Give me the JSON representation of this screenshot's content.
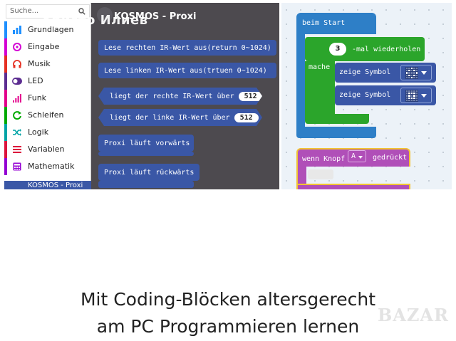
{
  "sidebar": {
    "search_placeholder": "Suche...",
    "categories": [
      {
        "label": "Grundlagen",
        "icon": "grid-icon",
        "color": "#1e90ff"
      },
      {
        "label": "Eingabe",
        "icon": "target-icon",
        "color": "#d400d4"
      },
      {
        "label": "Musik",
        "icon": "headphones-icon",
        "color": "#e63022"
      },
      {
        "label": "LED",
        "icon": "toggle-icon",
        "color": "#5c2d91"
      },
      {
        "label": "Funk",
        "icon": "signal-icon",
        "color": "#e3008c"
      },
      {
        "label": "Schleifen",
        "icon": "refresh-icon",
        "color": "#00aa00"
      },
      {
        "label": "Logik",
        "icon": "shuffle-icon",
        "color": "#00a4a6"
      },
      {
        "label": "Variablen",
        "icon": "list-icon",
        "color": "#dc143c"
      },
      {
        "label": "Mathematik",
        "icon": "calculator-icon",
        "color": "#9400d3"
      }
    ],
    "active_category": "KOSMOS - Proxi"
  },
  "watermark": "Христо Илиев",
  "flyout": {
    "title": "KOSMOS - Proxi",
    "blocks": [
      {
        "text": "Lese rechten IR-Wert aus(return 0~1024)"
      },
      {
        "text": "Lese linken IR-Wert aus(trtuen 0~1024)"
      },
      {
        "text": "liegt der rechte IR-Wert über",
        "value": "512"
      },
      {
        "text": "liegt der linke IR-Wert über",
        "value": "512"
      },
      {
        "text": "Proxi läuft vorwärts"
      },
      {
        "text": "Proxi läuft rückwärts"
      }
    ]
  },
  "workspace": {
    "start_label": "beim Start",
    "repeat_count": "3",
    "repeat_label": "-mal wiederholen",
    "do_label": "mache",
    "show_label_1": "zeige Symbol",
    "show_label_2": "zeige Symbol",
    "button_label": "wenn Knopf",
    "button_value": "A",
    "button_suffix": "gedrückt"
  },
  "caption": {
    "line1": "Mit Coding-Blöcken altersgerecht",
    "line2": "am PC Programmieren lernen"
  },
  "logo": "BAZAR",
  "colors": {
    "flyout_bg": "#4d4a4f",
    "kosmos_blue": "#3a57a6",
    "start_blue": "#2e7fc7",
    "loop_green": "#2ba52b",
    "input_purple": "#b04fb8",
    "highlight_yellow": "#f1c232"
  }
}
